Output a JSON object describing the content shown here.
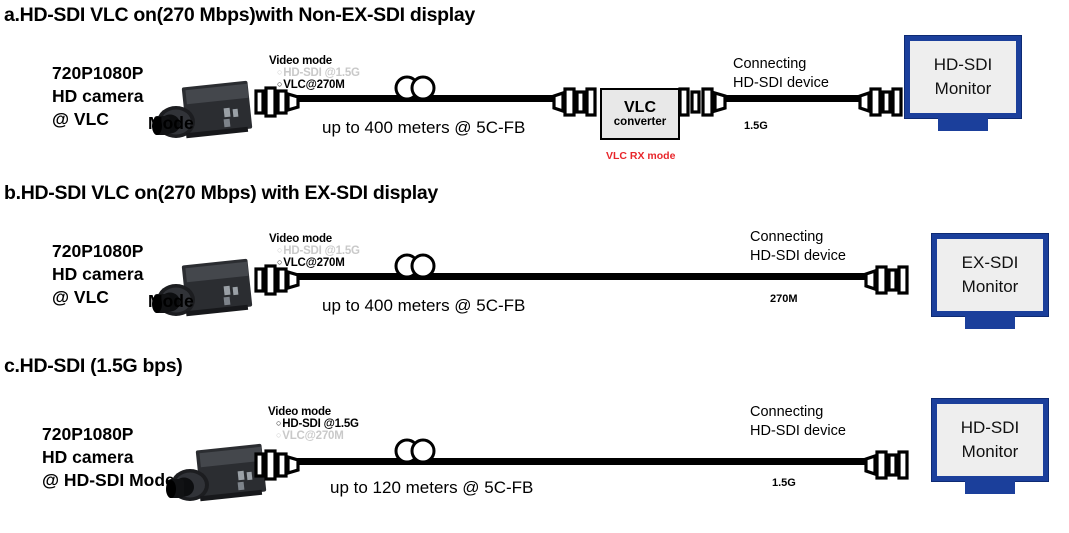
{
  "sections": [
    {
      "id": "a",
      "title": "a.HD-SDI VLC on(270 Mbps)with Non-EX-SDI display",
      "camera_label": "720P1080P\nHD camera\n@ VLC",
      "camera_label_l1": "720P1080P",
      "camera_label_l2": "HD camera",
      "camera_label_l3": "@ VLC",
      "mode_word": "Mode",
      "video_mode": {
        "title": "Video mode",
        "option_hdsdi": "HD-SDI @1.5G",
        "option_vlc": "VLC@270M",
        "active": "VLC@270M"
      },
      "distance": "up to 400 meters @ 5C-FB",
      "converter": {
        "line1": "VLC",
        "line2": "converter",
        "mode_note": "VLC RX mode",
        "mode_note_color": "#e8262b"
      },
      "connecting": {
        "line1": "Connecting",
        "line2": "HD-SDI device",
        "rate": "1.5G"
      },
      "monitor": {
        "line1": "HD-SDI",
        "line2": "Monitor",
        "frame_color": "#1b3f9b",
        "screen_color": "#eeeeee"
      }
    },
    {
      "id": "b",
      "title": "b.HD-SDI  VLC on(270 Mbps) with EX-SDI display",
      "camera_label_l1": "720P1080P",
      "camera_label_l2": "HD camera",
      "camera_label_l3": "@ VLC",
      "mode_word": "Mode",
      "video_mode": {
        "title": "Video mode",
        "option_hdsdi": "HD-SDI @1.5G",
        "option_vlc": "VLC@270M",
        "active": "VLC@270M"
      },
      "distance": "up to 400 meters @ 5C-FB",
      "connecting": {
        "line1": "Connecting",
        "line2": "HD-SDI device",
        "rate": "270M"
      },
      "monitor": {
        "line1": "EX-SDI",
        "line2": "Monitor",
        "frame_color": "#1b3f9b",
        "screen_color": "#eeeeee"
      }
    },
    {
      "id": "c",
      "title": "c.HD-SDI  (1.5G bps)",
      "camera_label_l1": "720P1080P",
      "camera_label_l2": "HD camera",
      "camera_label_l3": "@ HD-SDI Mode",
      "mode_word": "",
      "video_mode": {
        "title": "Video mode",
        "option_hdsdi": "HD-SDI @1.5G",
        "option_vlc": "VLC@270M",
        "active": "HD-SDI @1.5G"
      },
      "distance": "up to 120 meters @ 5C-FB",
      "connecting": {
        "line1": "Connecting",
        "line2": "HD-SDI device",
        "rate": "1.5G"
      },
      "monitor": {
        "line1": "HD-SDI",
        "line2": "Monitor",
        "frame_color": "#1b3f9b",
        "screen_color": "#eeeeee"
      }
    }
  ],
  "icons": {
    "bnc": "bnc-connector-icon",
    "coil": "cable-coil-icon",
    "camera": "box-camera-icon",
    "monitor": "crt-monitor-icon"
  }
}
